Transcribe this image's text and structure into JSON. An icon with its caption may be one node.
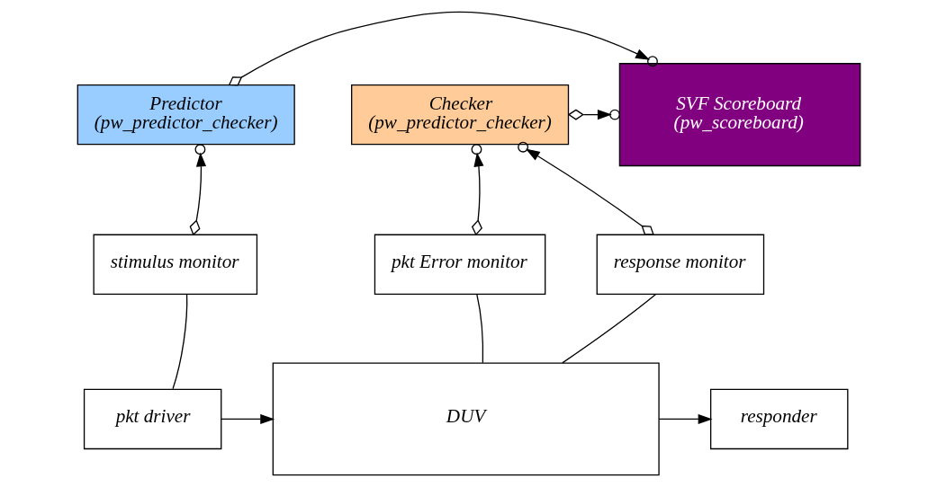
{
  "diagram": {
    "nodes": [
      {
        "text": [
          "Predictor",
          "(pw_predictor_checker)"
        ]
      },
      {
        "text": [
          "SVF Scoreboard",
          "(pw_scoreboard)"
        ]
      },
      {
        "text": [
          "Checker",
          "(pw_predictor_checker)"
        ]
      },
      {
        "text": [
          "stimulus monitor"
        ]
      },
      {
        "text": [
          "pkt Error monitor"
        ]
      },
      {
        "text": [
          "response monitor"
        ]
      },
      {
        "text": [
          "pkt driver"
        ]
      },
      {
        "text": [
          "DUV"
        ]
      },
      {
        "text": [
          "responder"
        ]
      }
    ],
    "edges": [
      {
        "from": 0,
        "to": 1,
        "arrow": "to"
      },
      {
        "from": 2,
        "to": 1,
        "arrow": "to"
      },
      {
        "from": 3,
        "to": 0,
        "arrow": "to"
      },
      {
        "from": 4,
        "to": 2,
        "arrow": "to"
      },
      {
        "from": 5,
        "to": 2,
        "arrow": "to"
      },
      {
        "from": 6,
        "to": 7,
        "arrow": "to"
      },
      {
        "from": 7,
        "to": 8,
        "arrow": "to"
      },
      {
        "from": 6,
        "to": 3,
        "arrow": "none"
      },
      {
        "from": 4,
        "to": 7,
        "arrow": "none"
      },
      {
        "from": 7,
        "to": 5,
        "arrow": "none"
      }
    ]
  }
}
